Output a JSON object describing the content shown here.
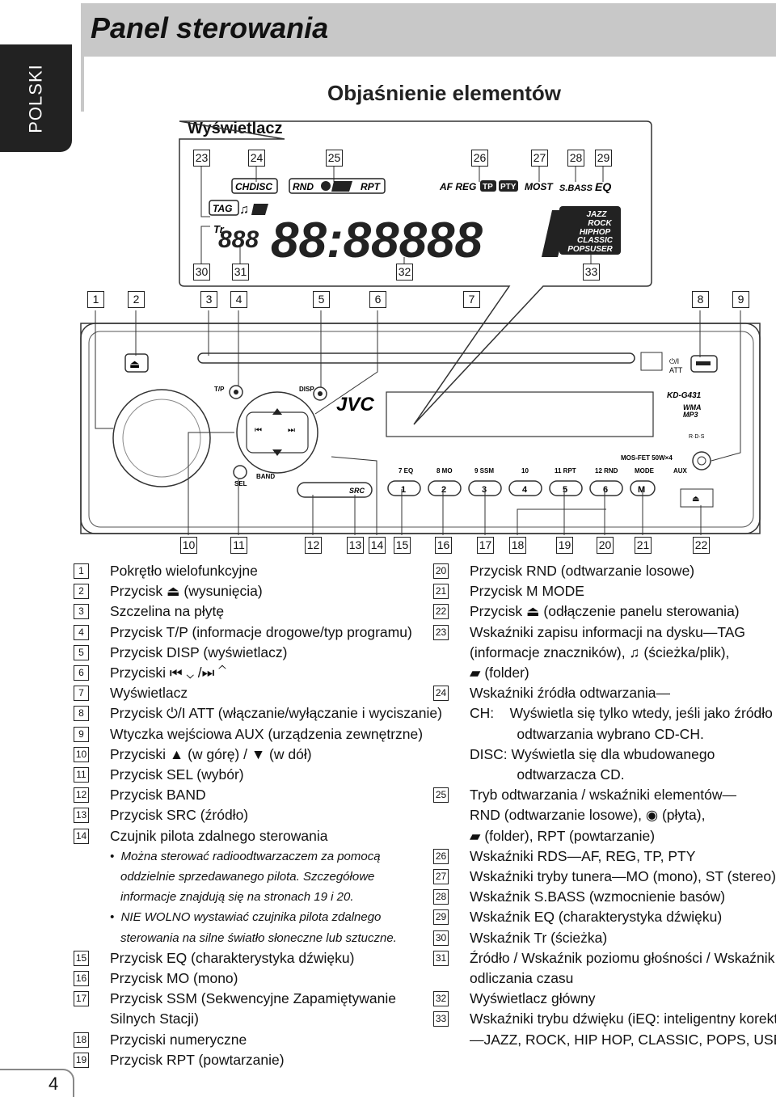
{
  "side_tab": "POLSKI",
  "title": "Panel sterowania",
  "section_title": "Objaśnienie elementów",
  "display_label": "Wyświetlacz",
  "page_number": "4",
  "display_callouts_top": [
    "23",
    "24",
    "25",
    "26",
    "27",
    "28",
    "29"
  ],
  "display_callouts_bottom": [
    "30",
    "31",
    "32",
    "33"
  ],
  "panel_callouts_top": [
    "1",
    "2",
    "3",
    "4",
    "5",
    "6",
    "7",
    "8",
    "9"
  ],
  "panel_callouts_bottom": [
    "10",
    "11",
    "12",
    "13",
    "14",
    "15",
    "16",
    "17",
    "18",
    "19",
    "20",
    "21",
    "22"
  ],
  "display": {
    "chdisc": "CHDISC",
    "rnd": "RND",
    "rpt": "RPT",
    "afreg": "AF REG",
    "tp": "TP",
    "pty": "PTY",
    "most": "MOST",
    "sbass": "S.BASS",
    "eq": "EQ",
    "tag": "TAG",
    "tr": "Tr",
    "eq_modes": [
      "JAZZ",
      "ROCK",
      "HIPHOP",
      "CLASSIC",
      "POPSUSER"
    ]
  },
  "panel": {
    "tp_label": "T/P",
    "disp_label": "DISP",
    "brand": "JVC",
    "sel_label": "SEL",
    "band_label": "BAND",
    "src_label": "SRC",
    "model": "KD-G431",
    "wma": "WMA",
    "mp3": "MP3",
    "rds": "R·D·S",
    "mosfet": "MOS-FET  50W×4",
    "att": "ATT",
    "power_symbol": "⏻/I",
    "aux": "AUX",
    "preset_labels": [
      "7 EQ",
      "8 MO",
      "9 SSM",
      "10",
      "11 RPT",
      "12 RND",
      "MODE"
    ],
    "preset_buttons": [
      "1",
      "2",
      "3",
      "4",
      "5",
      "6",
      "M"
    ]
  },
  "left_list": [
    {
      "n": "1",
      "t": "Pokrętło wielofunkcyjne"
    },
    {
      "n": "2",
      "t": "Przycisk ⏏ (wysunięcia)"
    },
    {
      "n": "3",
      "t": "Szczelina na płytę"
    },
    {
      "n": "4",
      "t": "Przycisk T/P (informacje drogowe/typ programu)"
    },
    {
      "n": "5",
      "t": "Przycisk DISP (wyświetlacz)"
    },
    {
      "n": "6",
      "t": "Przyciski ⏮ ⌄ /⏭ ⌃"
    },
    {
      "n": "7",
      "t": "Wyświetlacz"
    },
    {
      "n": "8",
      "t": "Przycisk ⏻/I ATT (włączanie/wyłączanie i wyciszanie)"
    },
    {
      "n": "9",
      "t": "Wtyczka wejściowa AUX (urządzenia zewnętrzne)"
    },
    {
      "n": "10",
      "t": "Przyciski ▲ (w górę) / ▼ (w dół)"
    },
    {
      "n": "11",
      "t": "Przycisk SEL (wybór)"
    },
    {
      "n": "12",
      "t": "Przycisk BAND"
    },
    {
      "n": "13",
      "t": "Przycisk SRC (źródło)"
    },
    {
      "n": "14",
      "t": "Czujnik pilota zdalnego sterowania"
    }
  ],
  "left_notes": [
    "Można sterować radioodtwarzaczem za pomocą",
    "oddzielnie sprzedawanego pilota. Szczegółowe",
    "informacje znajdują się na stronach 19 i 20.",
    "NIE WOLNO wystawiać czujnika pilota zdalnego",
    "sterowania na silne światło słoneczne lub sztuczne."
  ],
  "left_list2": [
    {
      "n": "15",
      "t": "Przycisk EQ (charakterystyka dźwięku)"
    },
    {
      "n": "16",
      "t": "Przycisk MO (mono)"
    },
    {
      "n": "17",
      "t": "Przycisk SSM (Sekwencyjne Zapamiętywanie"
    },
    {
      "n": "",
      "t": "Silnych Stacji)"
    },
    {
      "n": "18",
      "t": "Przyciski numeryczne"
    },
    {
      "n": "19",
      "t": "Przycisk RPT (powtarzanie)"
    }
  ],
  "right_list": [
    {
      "n": "20",
      "t": "Przycisk RND (odtwarzanie losowe)"
    },
    {
      "n": "21",
      "t": "Przycisk M MODE"
    },
    {
      "n": "22",
      "t": "Przycisk ⏏ (odłączenie panelu sterowania)"
    },
    {
      "n": "23",
      "t": "Wskaźniki zapisu informacji na dysku—TAG"
    },
    {
      "n": "",
      "t": "(informacje znaczników), ♫ (ścieżka/plik),"
    },
    {
      "n": "",
      "t": "▰ (folder)"
    },
    {
      "n": "24",
      "t": "Wskaźniki źródła odtwarzania—"
    },
    {
      "n": "",
      "t": "CH:    Wyświetla się tylko wtedy, jeśli jako źródło"
    },
    {
      "n": "",
      "t": "            odtwarzania wybrano CD-CH."
    },
    {
      "n": "",
      "t": "DISC: Wyświetla się dla wbudowanego"
    },
    {
      "n": "",
      "t": "            odtwarzacza CD."
    },
    {
      "n": "25",
      "t": "Tryb odtwarzania / wskaźniki elementów—"
    },
    {
      "n": "",
      "t": "RND (odtwarzanie losowe), ◉ (płyta),"
    },
    {
      "n": "",
      "t": "▰ (folder), RPT (powtarzanie)"
    },
    {
      "n": "26",
      "t": "Wskaźniki RDS—AF, REG, TP, PTY"
    },
    {
      "n": "27",
      "t": "Wskaźniki tryby tunera—MO (mono), ST (stereo)"
    },
    {
      "n": "28",
      "t": "Wskaźnik S.BASS (wzmocnienie basów)"
    },
    {
      "n": "29",
      "t": "Wskaźnik EQ (charakterystyka dźwięku)"
    },
    {
      "n": "30",
      "t": "Wskaźnik Tr (ścieżka)"
    },
    {
      "n": "31",
      "t": "Źródło / Wskaźnik poziomu głośności / Wskaźnik"
    },
    {
      "n": "",
      "t": "odliczania czasu"
    },
    {
      "n": "32",
      "t": "Wyświetlacz główny"
    },
    {
      "n": "33",
      "t": "Wskaźniki trybu dźwięku (iEQ: inteligentny korektor)"
    },
    {
      "n": "",
      "t": "—JAZZ, ROCK, HIP HOP, CLASSIC, POPS, USER"
    }
  ]
}
